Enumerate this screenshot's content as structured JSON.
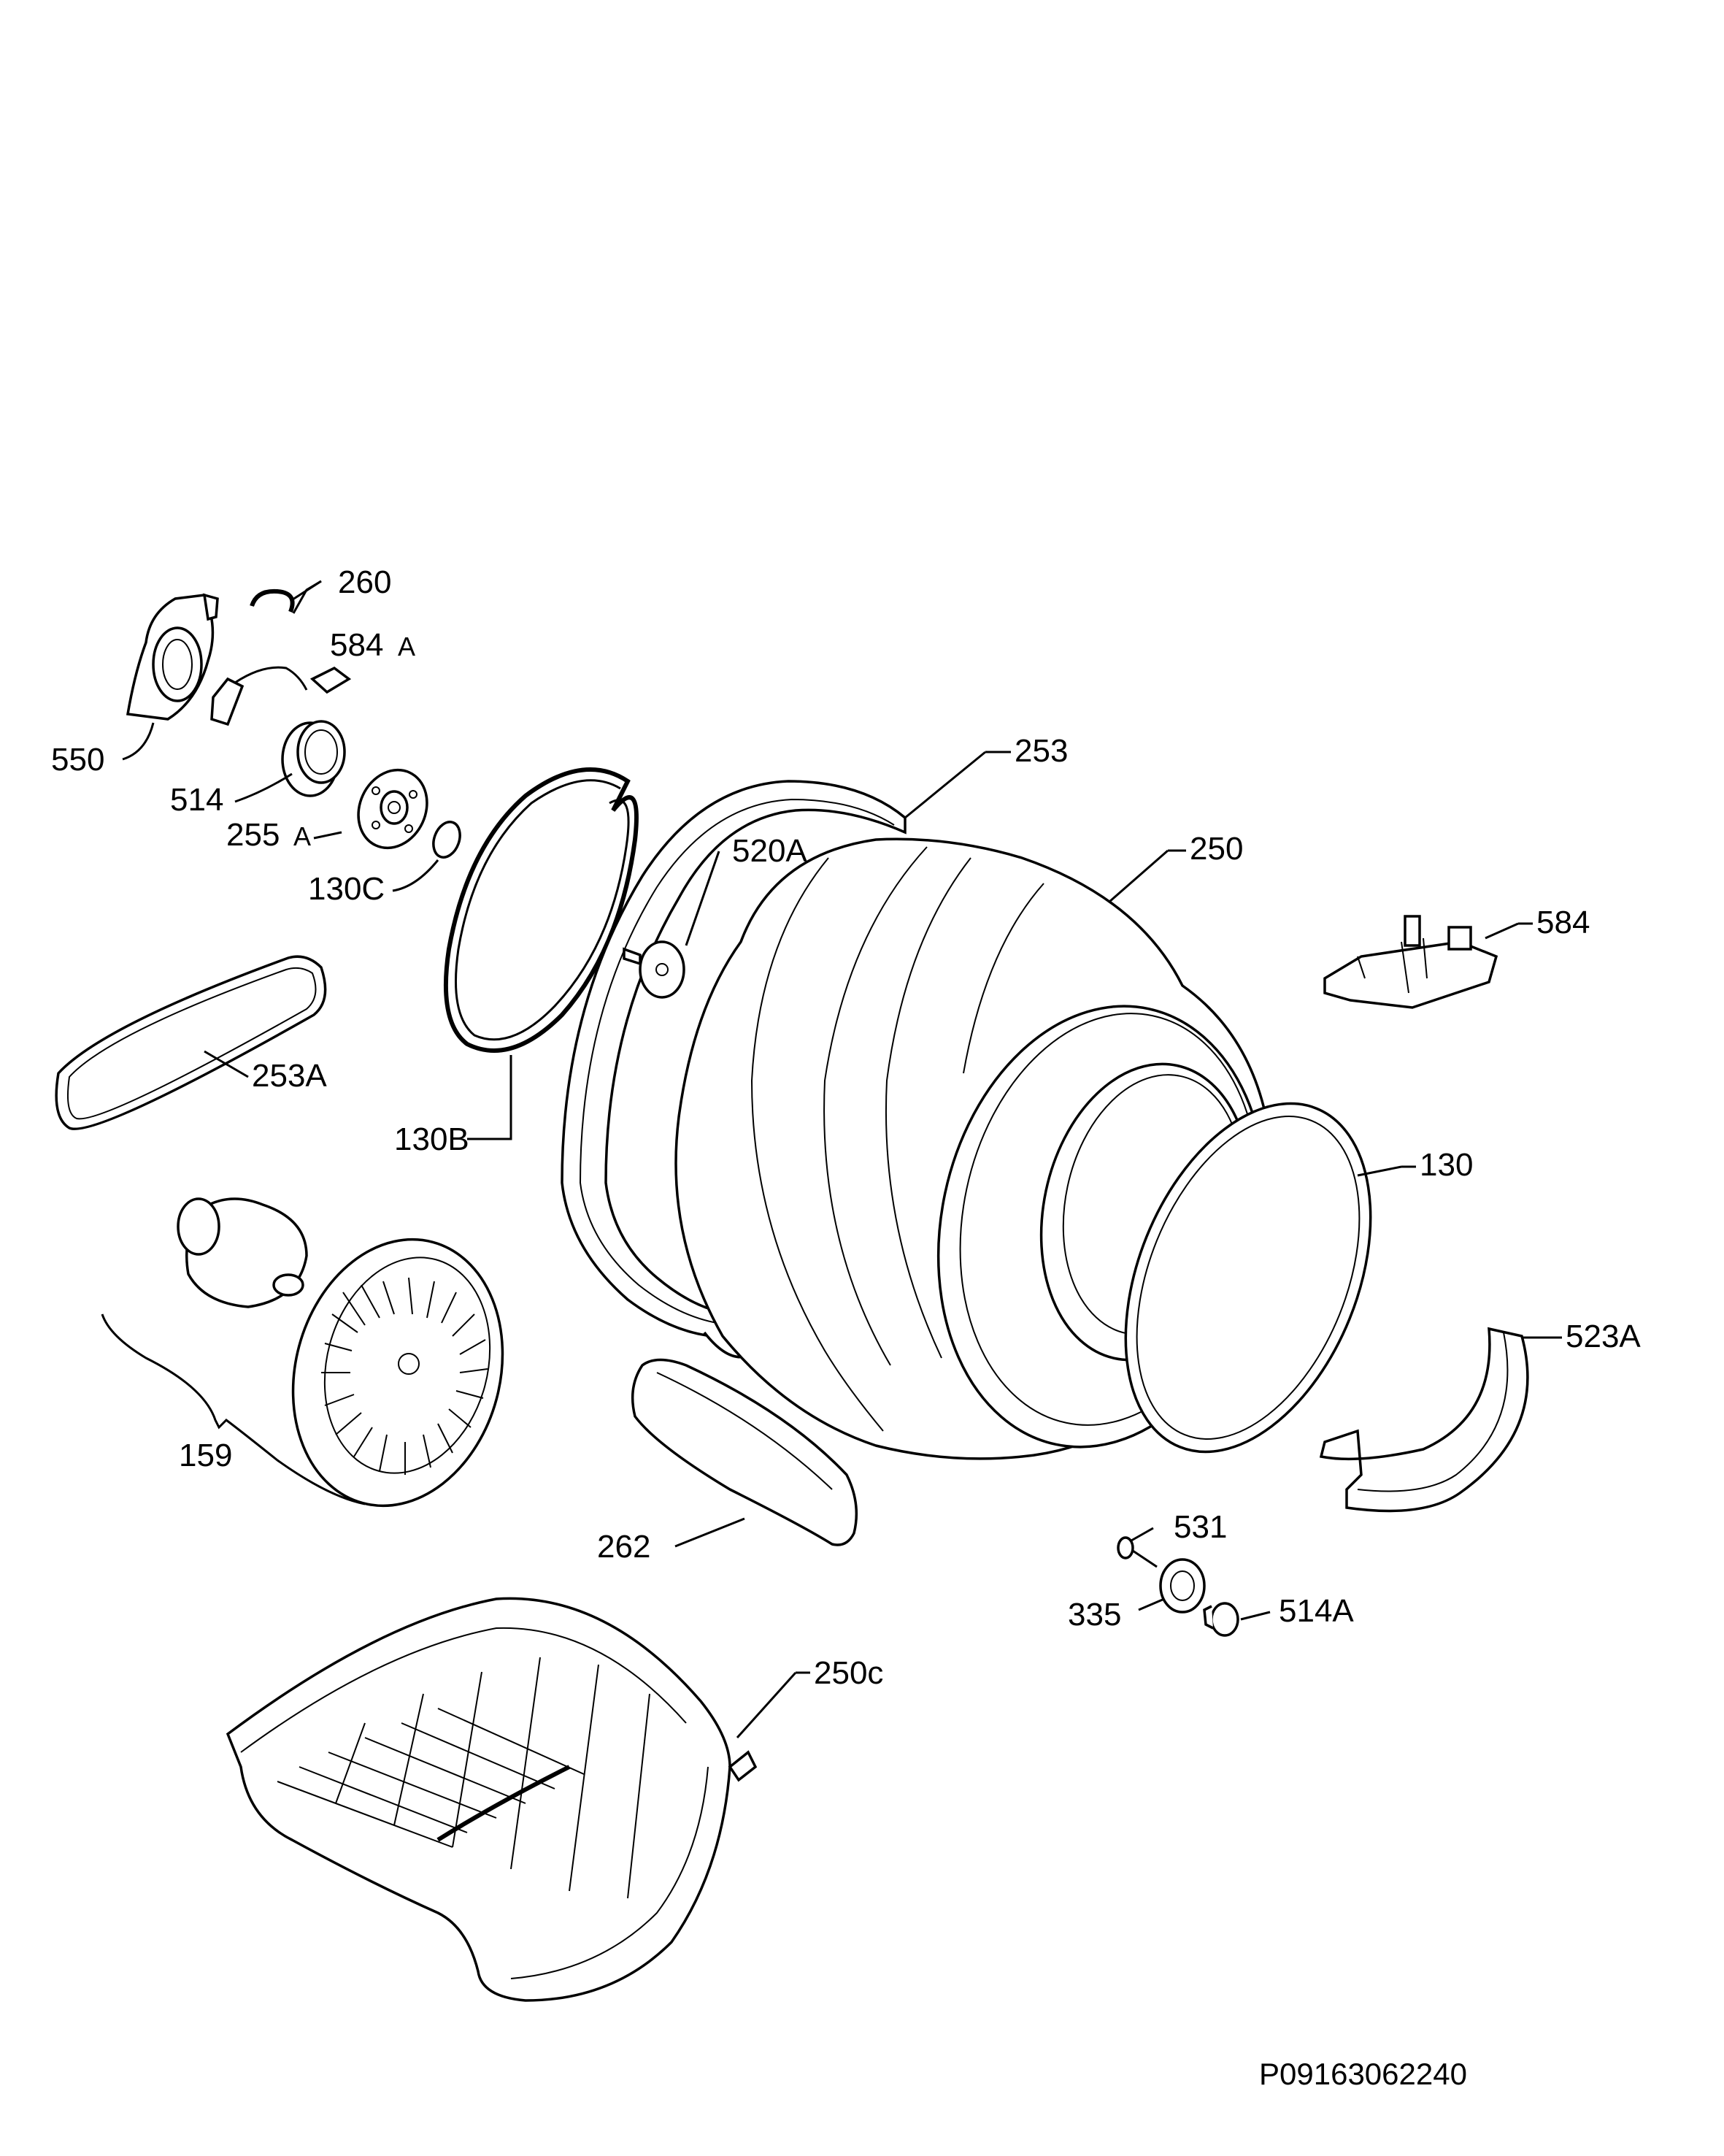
{
  "labels": {
    "p260": "260",
    "p584A": "584",
    "p584A_suffix": "A",
    "p550": "550",
    "p514": "514",
    "p255A": "255",
    "p255A_suffix": "A",
    "p130C": "130C",
    "p253": "253",
    "p520A": "520A",
    "p250": "250",
    "p584": "584",
    "p253A": "253A",
    "p130B": "130B",
    "p130": "130",
    "p523A": "523A",
    "p159": "159",
    "p262": "262",
    "p531": "531",
    "p335": "335",
    "p514A": "514A",
    "p250c": "250c"
  },
  "drawing_code": "P09163062240"
}
